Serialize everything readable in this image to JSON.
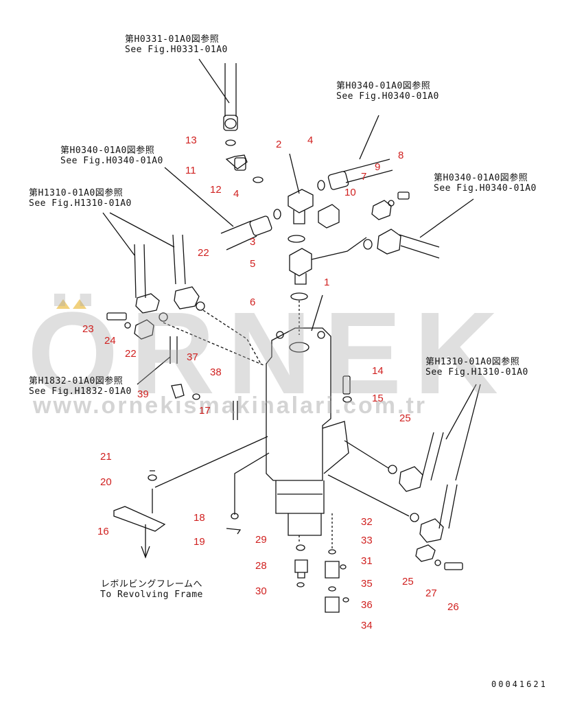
{
  "references": {
    "r1_jp": "第H0331-01A0図参照",
    "r1_en": "See Fig.H0331-01A0",
    "r2_jp": "第H0340-01A0図参照",
    "r2_en": "See Fig.H0340-01A0",
    "r3_jp": "第H0340-01A0図参照",
    "r3_en": "See Fig.H0340-01A0",
    "r4_jp": "第H1310-01A0図参照",
    "r4_en": "See Fig.H1310-01A0",
    "r5_jp": "第H0340-01A0図参照",
    "r5_en": "See Fig.H0340-01A0",
    "r6_jp": "第H1832-01A0図参照",
    "r6_en": "See Fig.H1832-01A0",
    "r7_jp": "第H1310-01A0図参照",
    "r7_en": "See Fig.H1310-01A0",
    "r8_jp": "レボルビングフレームへ",
    "r8_en": "To Revolving Frame"
  },
  "callouts": [
    "1",
    "2",
    "3",
    "4",
    "4",
    "5",
    "6",
    "7",
    "8",
    "9",
    "10",
    "11",
    "12",
    "13",
    "14",
    "15",
    "16",
    "17",
    "18",
    "19",
    "20",
    "21",
    "22",
    "22",
    "23",
    "24",
    "25",
    "25",
    "26",
    "27",
    "28",
    "29",
    "30",
    "31",
    "32",
    "33",
    "34",
    "35",
    "36",
    "37",
    "38",
    "39"
  ],
  "watermark": {
    "brand": "ÖRNEK",
    "url": "www.ornekismakinalari.com.tr"
  },
  "document_number": "00041621",
  "colors": {
    "callout": "#d0201f",
    "line": "#111111",
    "watermark": "#aaaaaa",
    "accent": "#ebbe46"
  }
}
